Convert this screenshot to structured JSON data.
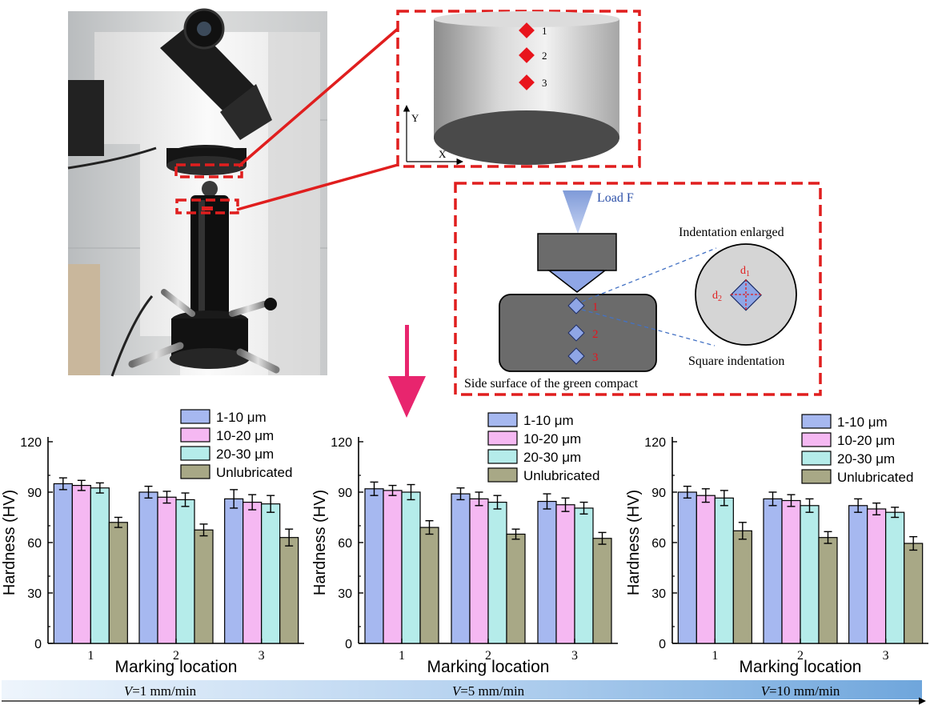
{
  "colors": {
    "series_1_10": "#a6b8f0",
    "series_10_20": "#f5b8f2",
    "series_20_30": "#b5ecea",
    "series_unlub": "#a8a886",
    "frame_red": "#e01e1e",
    "arrow_pink": "#e8256e",
    "indent_blue": "#8fa6e6",
    "velocity_bar": "#6fa6dc"
  },
  "photo": {
    "icons": [
      "microscope-photo",
      "eyepiece-icon",
      "objective-lens-icon",
      "stage-icon",
      "handwheel-icon"
    ]
  },
  "cylinder_panel": {
    "marks": [
      "1",
      "2",
      "3"
    ],
    "axis_y": "Y",
    "axis_x": "X"
  },
  "indentation_panel": {
    "load_label": "Load F",
    "enlarged_label": "Indentation enlarged",
    "square_label": "Square indentation",
    "surface_label": "Side surface of the green compact",
    "marks": [
      "1",
      "2",
      "3"
    ],
    "d1_main": "d",
    "d1_sub": "1",
    "d2_main": "d",
    "d2_sub": "2"
  },
  "velocity": {
    "labels": [
      {
        "var": "V",
        "rest": "=1 mm/min"
      },
      {
        "var": "V",
        "rest": "=5 mm/min"
      },
      {
        "var": "V",
        "rest": "=10 mm/min"
      }
    ]
  },
  "chart_data": [
    {
      "type": "bar",
      "categories": [
        "1",
        "2",
        "3"
      ],
      "xlabel": "Marking location",
      "ylabel": "Hardness (HV)",
      "ylim": [
        0,
        120
      ],
      "yticks": [
        0,
        30,
        60,
        90,
        120
      ],
      "legend_position": "top-right",
      "series": [
        {
          "name": "1-10 μm",
          "values": [
            95,
            90,
            86
          ],
          "errors": [
            3.5,
            3.5,
            5.5
          ]
        },
        {
          "name": "10-20 μm",
          "values": [
            94,
            87,
            84
          ],
          "errors": [
            3,
            3.5,
            4.5
          ]
        },
        {
          "name": "20-30 μm",
          "values": [
            92.5,
            85.5,
            83
          ],
          "errors": [
            3,
            4,
            5
          ]
        },
        {
          "name": "Unlubricated",
          "values": [
            72,
            67.5,
            63
          ],
          "errors": [
            3,
            3.5,
            5
          ]
        }
      ]
    },
    {
      "type": "bar",
      "categories": [
        "1",
        "2",
        "3"
      ],
      "xlabel": "Marking location",
      "ylabel": "Hardness (HV)",
      "ylim": [
        0,
        120
      ],
      "yticks": [
        0,
        30,
        60,
        90,
        120
      ],
      "legend_position": "top-right",
      "series": [
        {
          "name": "1-10 μm",
          "values": [
            92,
            89,
            84.5
          ],
          "errors": [
            4,
            3.5,
            4.5
          ]
        },
        {
          "name": "10-20 μm",
          "values": [
            91,
            86,
            82.5
          ],
          "errors": [
            3,
            4,
            4
          ]
        },
        {
          "name": "20-30 μm",
          "values": [
            90,
            84,
            80.5
          ],
          "errors": [
            4.5,
            4,
            3.5
          ]
        },
        {
          "name": "Unlubricated",
          "values": [
            69,
            65,
            62.5
          ],
          "errors": [
            4,
            3,
            3.5
          ]
        }
      ]
    },
    {
      "type": "bar",
      "categories": [
        "1",
        "2",
        "3"
      ],
      "xlabel": "Marking location",
      "ylabel": "Hardness (HV)",
      "ylim": [
        0,
        120
      ],
      "yticks": [
        0,
        30,
        60,
        90,
        120
      ],
      "legend_position": "top-right",
      "series": [
        {
          "name": "1-10 μm",
          "values": [
            90,
            86,
            82
          ],
          "errors": [
            3.5,
            4,
            4
          ]
        },
        {
          "name": "10-20 μm",
          "values": [
            88,
            85,
            80
          ],
          "errors": [
            4,
            3.5,
            3.5
          ]
        },
        {
          "name": "20-30 μm",
          "values": [
            86.5,
            82,
            78
          ],
          "errors": [
            4.5,
            4,
            3
          ]
        },
        {
          "name": "Unlubricated",
          "values": [
            67,
            63,
            59.5
          ],
          "errors": [
            5,
            3.5,
            4
          ]
        }
      ]
    }
  ]
}
